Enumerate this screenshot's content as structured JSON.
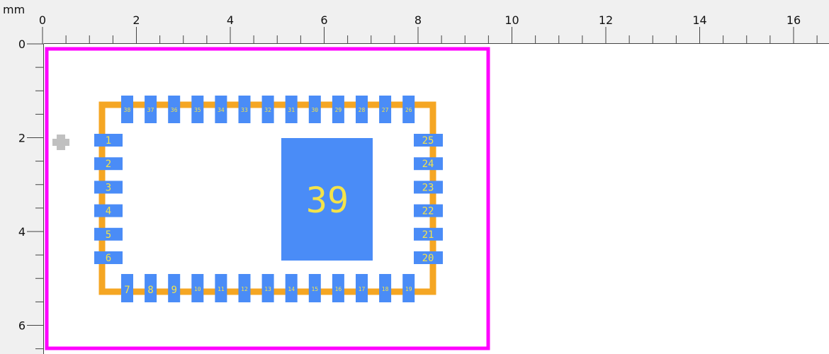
{
  "ruler": {
    "unit": "mm",
    "top_ticks": [
      "0",
      "2",
      "4",
      "6",
      "8",
      "10",
      "12",
      "14",
      "16"
    ],
    "left_ticks": [
      "0",
      "2",
      "4",
      "6"
    ]
  },
  "colors": {
    "board_outline": "#ff00ff",
    "silkscreen": "#f5a623",
    "pad": "#4a8cf7",
    "pad_text": "#f4e34a",
    "pin1_marker": "#c0c0c0",
    "ruler_bg": "#f0f0f0"
  },
  "pads": {
    "left": [
      "1",
      "2",
      "3",
      "4",
      "5",
      "6"
    ],
    "right": [
      "25",
      "24",
      "23",
      "22",
      "21",
      "20"
    ],
    "top": [
      "38",
      "37",
      "36",
      "35",
      "34",
      "33",
      "32",
      "31",
      "30",
      "29",
      "28",
      "27",
      "26"
    ],
    "bottom": [
      "7",
      "8",
      "9",
      "10",
      "11",
      "12",
      "13",
      "14",
      "15",
      "16",
      "17",
      "18",
      "19"
    ],
    "exposed": "39"
  }
}
